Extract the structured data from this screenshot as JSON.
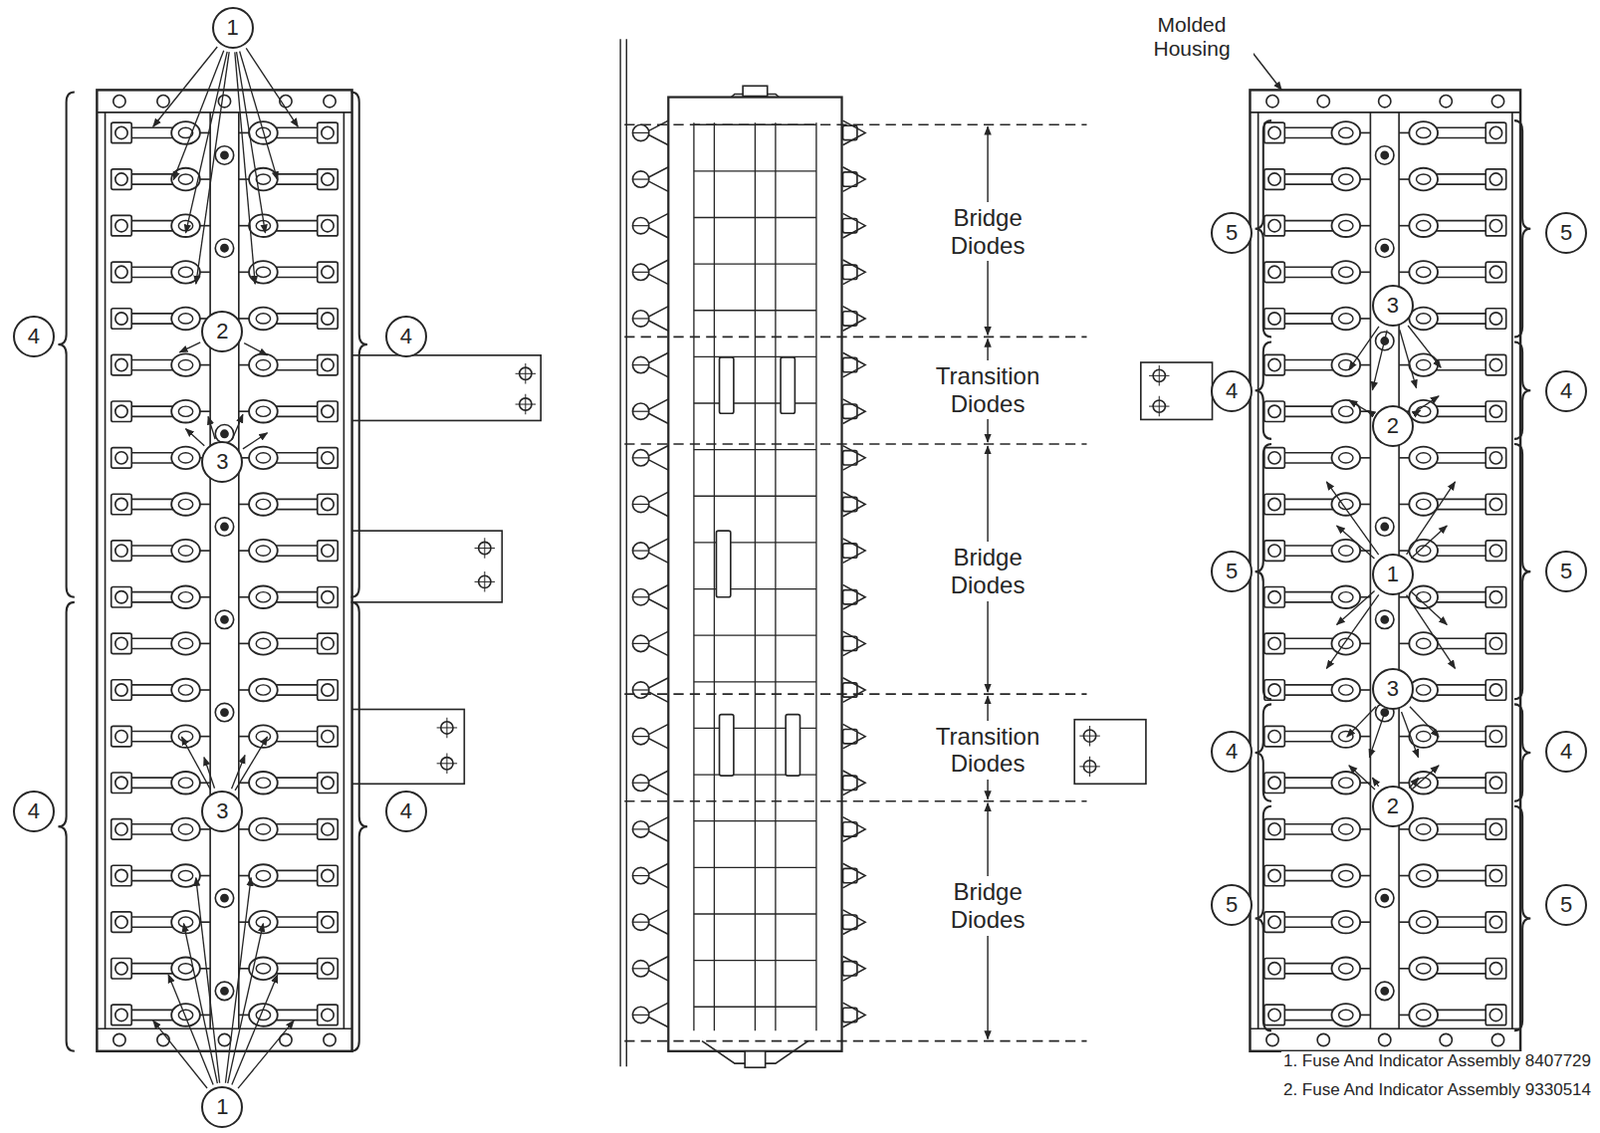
{
  "diagram": {
    "nodes": [
      {
        "text": [
          "1"
        ]
      },
      {
        "text": [
          "4"
        ]
      },
      {
        "text": [
          "2"
        ]
      },
      {
        "text": [
          "4"
        ]
      },
      {
        "text": [
          "3"
        ]
      },
      {
        "text": [
          "4"
        ]
      },
      {
        "text": [
          "3"
        ]
      },
      {
        "text": [
          "4"
        ]
      },
      {
        "text": [
          "1"
        ]
      },
      {
        "text": [
          "5"
        ]
      },
      {
        "text": [
          "5"
        ]
      },
      {
        "text": [
          "3"
        ]
      },
      {
        "text": [
          "4"
        ]
      },
      {
        "text": [
          "4"
        ]
      },
      {
        "text": [
          "2"
        ]
      },
      {
        "text": [
          "5"
        ]
      },
      {
        "text": [
          "1"
        ]
      },
      {
        "text": [
          "5"
        ]
      },
      {
        "text": [
          "3"
        ]
      },
      {
        "text": [
          "4"
        ]
      },
      {
        "text": [
          "4"
        ]
      },
      {
        "text": [
          "2"
        ]
      },
      {
        "text": [
          "5"
        ]
      },
      {
        "text": [
          "5"
        ]
      }
    ],
    "labels": [
      "Bridge Diodes",
      "Transition Diodes",
      "Bridge Diodes",
      "Transition Diodes",
      "Bridge Diodes",
      "Molded Housing",
      "1. Fuse And Indicator Assembly 8407729",
      "2. Fuse And Indicator Assembly 9330514"
    ]
  }
}
